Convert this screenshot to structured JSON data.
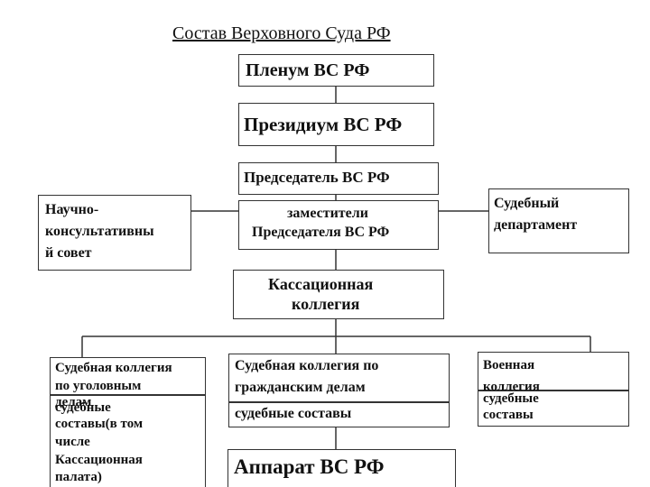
{
  "title": "Состав Верховного Суда РФ",
  "boxes": {
    "plenum": "Пленум ВС РФ",
    "presidium": "Президиум ВС РФ",
    "chairman": "Председатель ВС РФ",
    "deputies_line1": "заместители",
    "deputies_line2": "Председателя ВС РФ",
    "scientific_line1": "Научно-",
    "scientific_line2": "консультативны",
    "scientific_line3": "й совет",
    "judicial_department_line1": "Судебный",
    "judicial_department_line2": "департамент",
    "cassation_line1": "Кассационная",
    "cassation_line2": "коллегия",
    "criminal_line1": "Судебная коллегия",
    "criminal_line2": "по уголовным",
    "criminal_line3": "делам",
    "criminal_sub_line1": "судебные",
    "criminal_sub_line2": "составы(в том",
    "criminal_sub_line3": "числе",
    "criminal_sub_line4": "Кассационная",
    "criminal_sub_line5": "палата)",
    "civil_line1": "Судебная коллегия по",
    "civil_line2": "гражданским делам",
    "civil_sub": "судебные составы",
    "military_line1": "Военная",
    "military_line2": "коллегия",
    "military_sub_line1": "судебные",
    "military_sub_line2": "составы",
    "apparatus": "Аппарат ВС РФ"
  }
}
